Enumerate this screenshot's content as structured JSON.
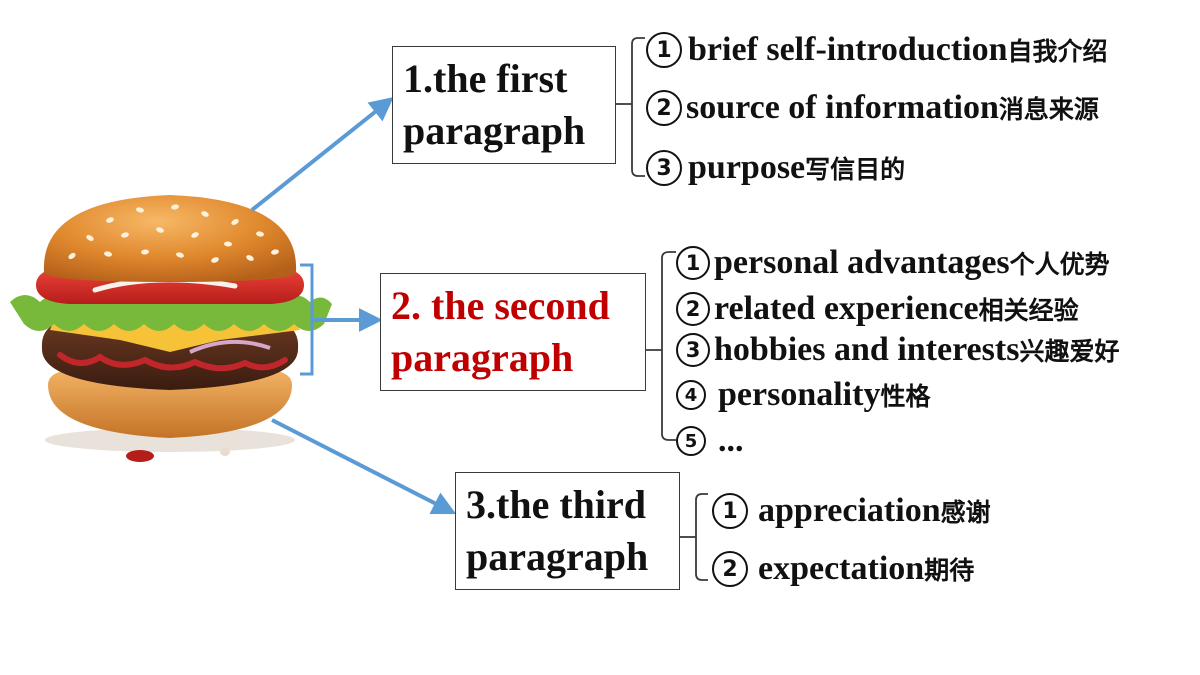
{
  "paragraphs": [
    {
      "title_line1": "1.the first",
      "title_line2": "paragraph",
      "items": [
        {
          "num": "1",
          "en": "brief self-introduction",
          "zh": "自我介绍"
        },
        {
          "num": "2",
          "en": "source of information",
          "zh": "消息来源"
        },
        {
          "num": "3",
          "en": "purpose",
          "zh": "写信目的"
        }
      ]
    },
    {
      "title_line1": "2. the second",
      "title_line2": "paragraph",
      "title_color": "#c00000",
      "items": [
        {
          "num": "1",
          "en": "personal advantages",
          "zh": "个人优势"
        },
        {
          "num": "2",
          "en": "related experience",
          "zh": "相关经验"
        },
        {
          "num": "3",
          "en": "hobbies and interests",
          "zh": "兴趣爱好"
        },
        {
          "num": "4",
          "en": "personality",
          "zh": "性格"
        },
        {
          "num": "5",
          "en": "...",
          "zh": ""
        }
      ]
    },
    {
      "title_line1": "3.the third",
      "title_line2": "paragraph",
      "items": [
        {
          "num": "1",
          "en": "appreciation",
          "zh": "感谢"
        },
        {
          "num": "2",
          "en": "expectation",
          "zh": "期待"
        }
      ]
    }
  ],
  "colors": {
    "arrow": "#5b9bd5",
    "bracket": "#3a3a3a",
    "highlight": "#c00000"
  },
  "illustration": "hamburger"
}
